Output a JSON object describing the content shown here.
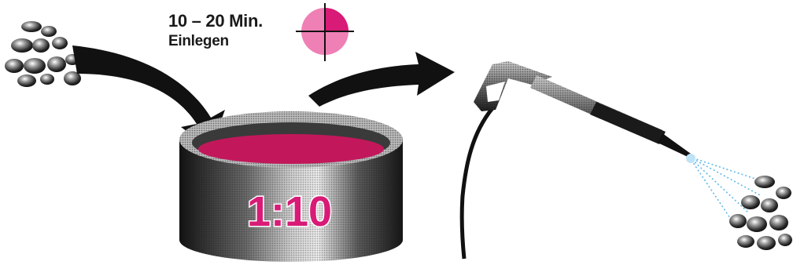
{
  "instruction": {
    "duration": "10 – 20 Min.",
    "action": "Einlegen",
    "ratio": "1:10"
  },
  "timer": {
    "elapsed_fraction": 0.25
  },
  "colors": {
    "liquid": "#c2185b",
    "clock_face": "#ef80b5",
    "clock_wedge": "#d81b76",
    "ratio_fill": "#d81b76",
    "ink": "#1a1a1a",
    "spray": "#5fb8e8"
  },
  "icons": [
    "parts-cluster-icon",
    "arrow-icon",
    "timer-icon",
    "soaking-tank-icon",
    "spray-gun-icon",
    "spray-mist-icon"
  ]
}
